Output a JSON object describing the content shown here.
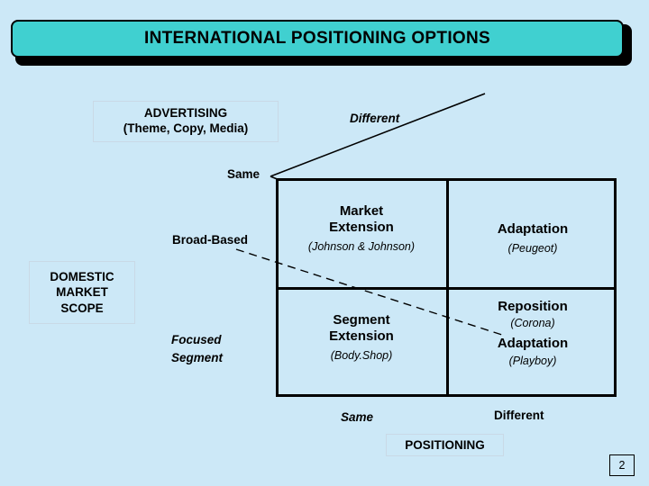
{
  "slide": {
    "title": "INTERNATIONAL POSITIONING OPTIONS",
    "page_number": "2",
    "colors": {
      "background": "#cce8f7",
      "title_fill": "#40d0d0",
      "line": "#000000"
    }
  },
  "advertising_label": {
    "line1": "ADVERTISING",
    "line2": "(Theme, Copy, Media)"
  },
  "domestic_scope_label": {
    "line1": "DOMESTIC",
    "line2": "MARKET",
    "line3": "SCOPE"
  },
  "axes": {
    "advertising_top": {
      "different": "Different",
      "same": "Same"
    },
    "scope_rows": {
      "broad": "Broad-Based",
      "focused_line1": "Focused",
      "focused_line2": "Segment"
    },
    "positioning_bottom": {
      "same": "Same",
      "different": "Different",
      "caption": "POSITIONING"
    }
  },
  "matrix": {
    "cells": [
      {
        "id": "broad-same",
        "title_line1": "Market",
        "title_line2": "Extension",
        "example": "(Johnson & Johnson)"
      },
      {
        "id": "broad-different",
        "title_line1": "Adaptation",
        "title_line2": "",
        "example": "(Peugeot)"
      },
      {
        "id": "focused-same",
        "title_line1": "Segment",
        "title_line2": "Extension",
        "example": "(Body.Shop)"
      },
      {
        "id": "focused-different",
        "title_line1": "Reposition",
        "example1": "(Corona)",
        "title_line2": "Adaptation",
        "example2": "(Playboy)"
      }
    ]
  }
}
